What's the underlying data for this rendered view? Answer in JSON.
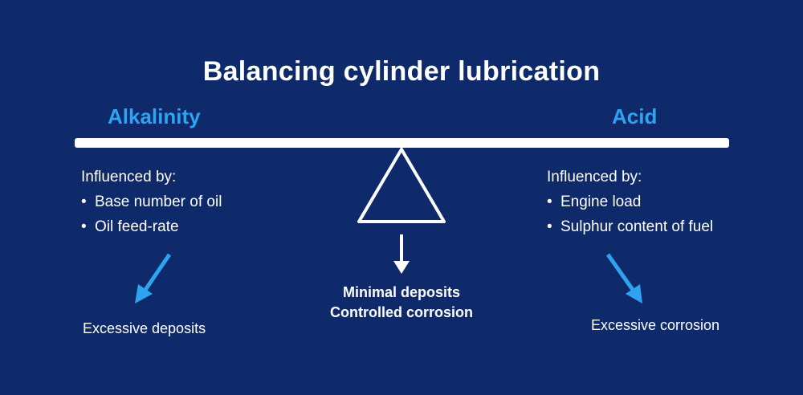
{
  "title": "Balancing cylinder lubrication",
  "left": {
    "label": "Alkalinity",
    "influenced_by": "Influenced by:",
    "items": [
      "Base number of oil",
      "Oil feed-rate"
    ],
    "outcome": "Excessive deposits"
  },
  "right": {
    "label": "Acid",
    "influenced_by": "Influenced by:",
    "items": [
      "Engine load",
      "Sulphur content of fuel"
    ],
    "outcome": "Excessive corrosion"
  },
  "center": {
    "line1": "Minimal deposits",
    "line2": "Controlled corrosion"
  },
  "colors": {
    "background": "#0f2a6b",
    "accent": "#2ea3f2",
    "foreground": "#ffffff"
  },
  "icons": {
    "fulcrum": "triangle-fulcrum-icon",
    "left_arrow": "arrow-down-left-icon",
    "right_arrow": "arrow-down-right-icon",
    "center_arrow": "arrow-down-icon"
  }
}
